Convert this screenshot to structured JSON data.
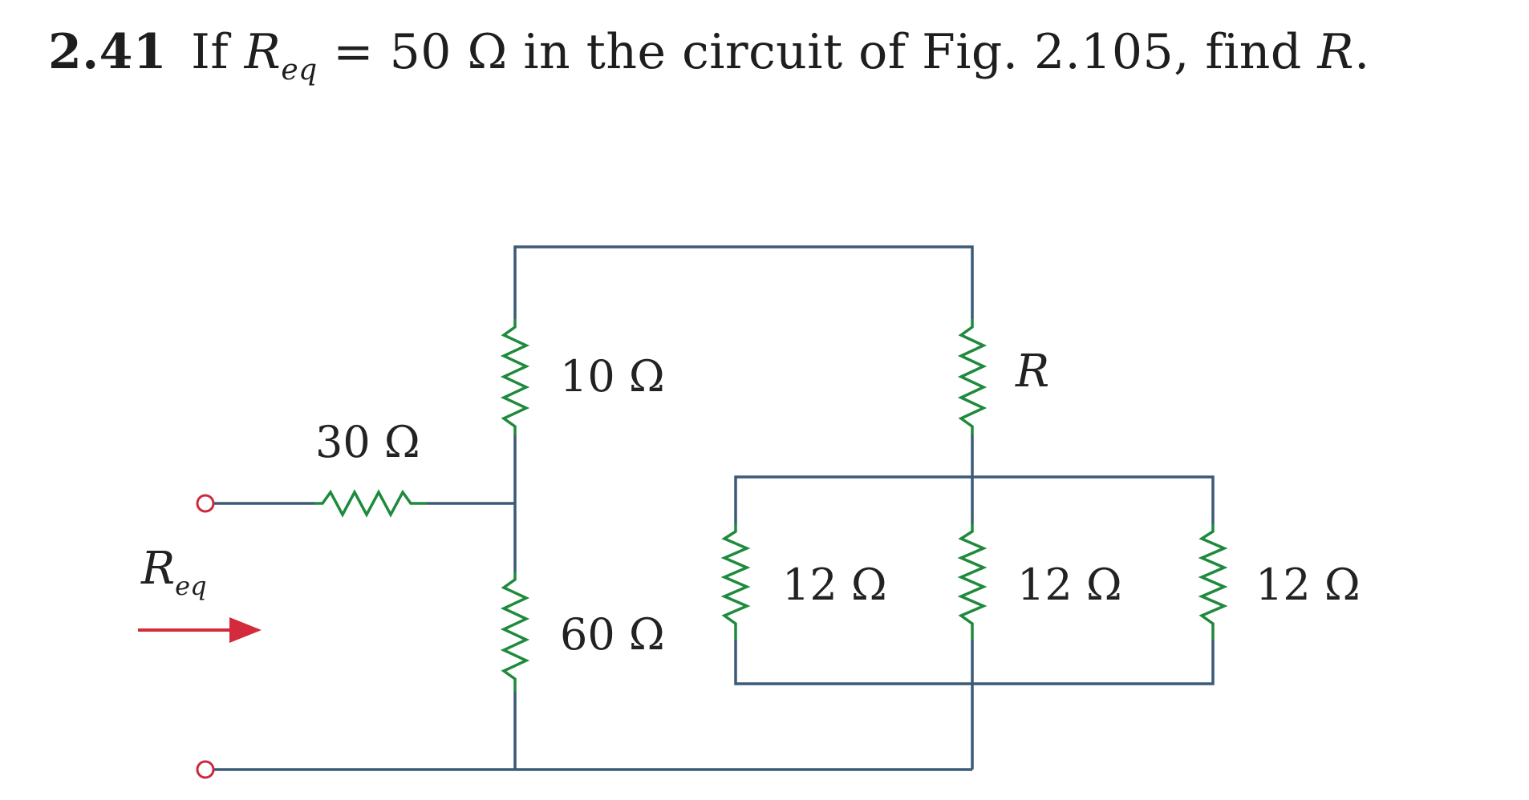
{
  "problem": {
    "number": "2.41",
    "text_if": "If",
    "symbol_R": "R",
    "symbol_sub": "eq",
    "text_middle": "= 50 Ω in the circuit of Fig. 2.105, find",
    "symbol_R_end": "R",
    "period": "."
  },
  "circuit": {
    "labels": {
      "r30": "30 Ω",
      "r10": "10 Ω",
      "r60": "60 Ω",
      "rR": "R",
      "r12_left": "12 Ω",
      "r12_mid": "12 Ω",
      "r12_right": "12 Ω",
      "req_main": "R",
      "req_sub": "eq"
    },
    "colors": {
      "wire": "#3b5a78",
      "resistor": "#1e8a3c",
      "terminal": "#cc2a3a",
      "arrow": "#d42b3c"
    }
  }
}
